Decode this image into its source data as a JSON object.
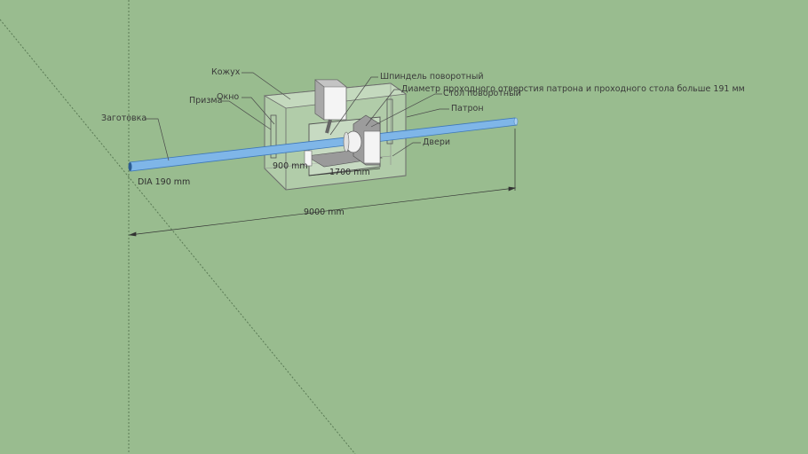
{
  "colors": {
    "background": "#99bc8f",
    "pipe": "#7fb6e8",
    "pipe_edge": "#3f78b8",
    "enclosure_fill": "#c9dcc3",
    "leader": "#4a4a4a"
  },
  "labels": {
    "kozhukh": "Кожух",
    "okno": "Окно",
    "prizma": "Призма",
    "zagotovka": "Заготовка",
    "shpindel": "Шпиндель поворотный",
    "diametr": "Диаметр проходного отверстия патрона и проходного стола больше 191 мм",
    "stol": "Стол поворотный",
    "patron": "Патрон",
    "dveri": "Двери"
  },
  "dimensions": {
    "dia": "DIA 190 mm",
    "length_total": "9000 mm",
    "width_enclosure": "1700 mm",
    "height_enclosure": "900 mm"
  },
  "icons": {
    "axes": "axis-guides"
  }
}
